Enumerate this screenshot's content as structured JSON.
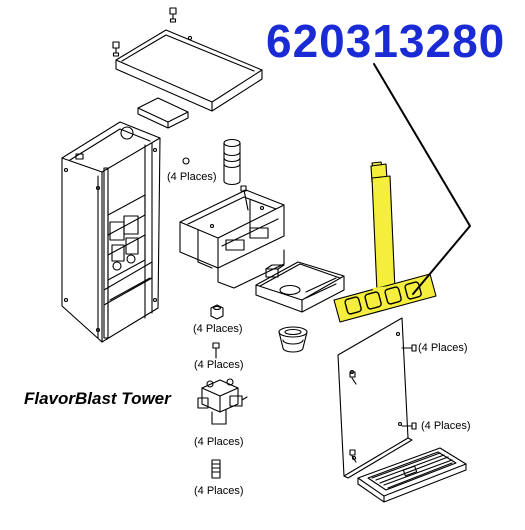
{
  "part_number": "620313280",
  "title": "FlavorBlast Tower",
  "callouts": {
    "c1": "(4 Places)",
    "c2": "(4 Places)",
    "c3": "(4 Places)",
    "c4": "(4 Places)",
    "c5": "(4 Places)",
    "c6": "(4 Places)",
    "c7": "(4 Places)"
  },
  "colors": {
    "part_number": "#1a2bd6",
    "highlight": "#f5ee3c",
    "line": "#000000"
  }
}
